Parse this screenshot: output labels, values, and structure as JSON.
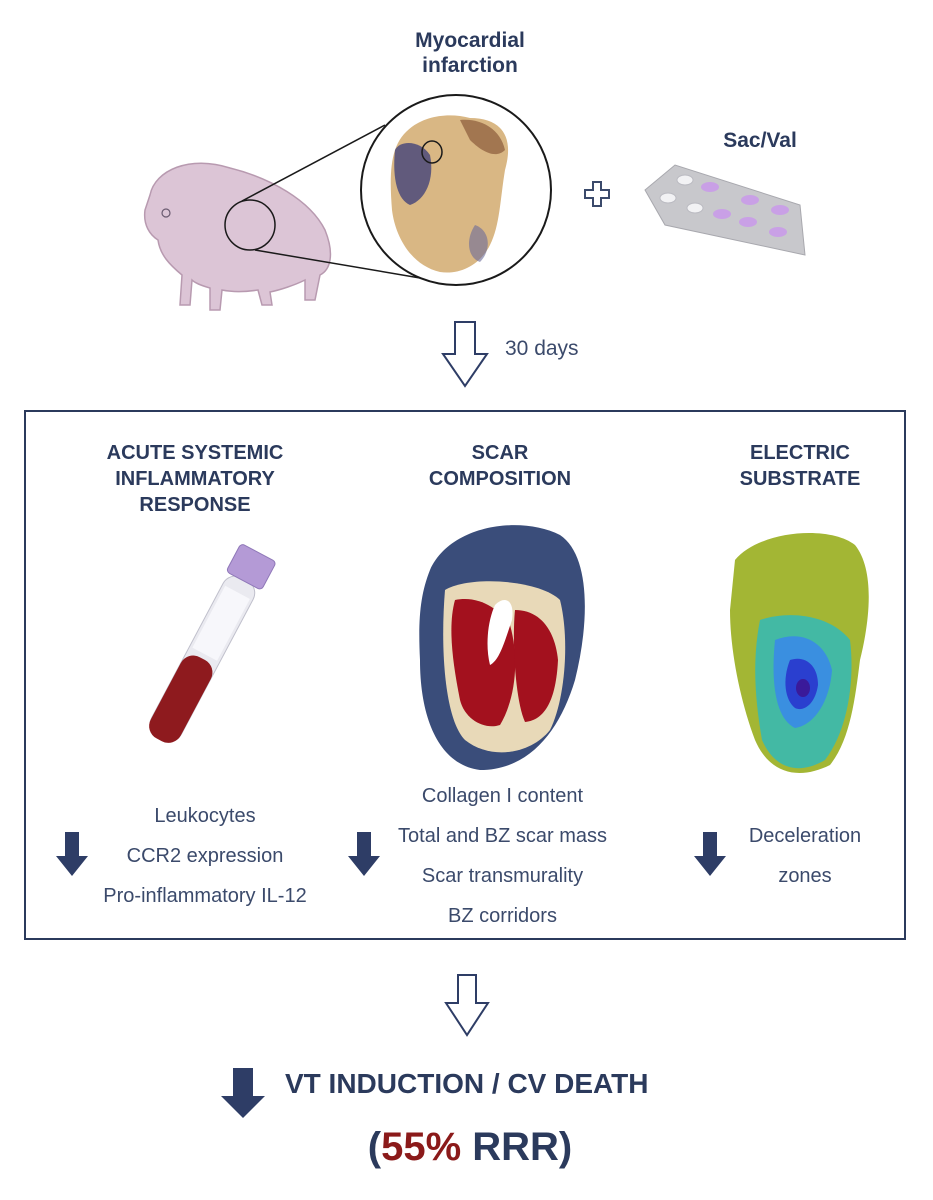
{
  "header": {
    "mi_label": "Myocardial\ninfarction",
    "drug_label": "Sac/Val",
    "duration": "30 days"
  },
  "panel": {
    "columns": [
      {
        "title": "ACUTE SYSTEMIC\nINFLAMMATORY\nRESPONSE",
        "items": [
          "Leukocytes",
          "CCR2 expression",
          "Pro-inflammatory IL-12"
        ]
      },
      {
        "title": "SCAR\nCOMPOSITION",
        "items": [
          "Collagen I content",
          "Total and BZ scar mass",
          "Scar transmurality",
          "BZ corridors"
        ]
      },
      {
        "title": "ELECTRIC\nSUBSTRATE",
        "items": [
          "Deceleration",
          "zones"
        ]
      }
    ]
  },
  "outcome": {
    "label": "VT INDUCTION / CV DEATH",
    "open_paren": "(",
    "percent": "55%",
    "rrr": " RRR)"
  },
  "colors": {
    "navy": "#2b3a5c",
    "accent_red": "#8b1a1a",
    "arrow_blue": "#2e3d66"
  },
  "icons": [
    "pig-illustration",
    "heart-infarct-image",
    "plus-icon",
    "blister-pack-image",
    "hollow-down-arrow-icon",
    "blood-tube-image",
    "scar-map-image",
    "voltage-map-image",
    "solid-down-arrow-icon"
  ]
}
